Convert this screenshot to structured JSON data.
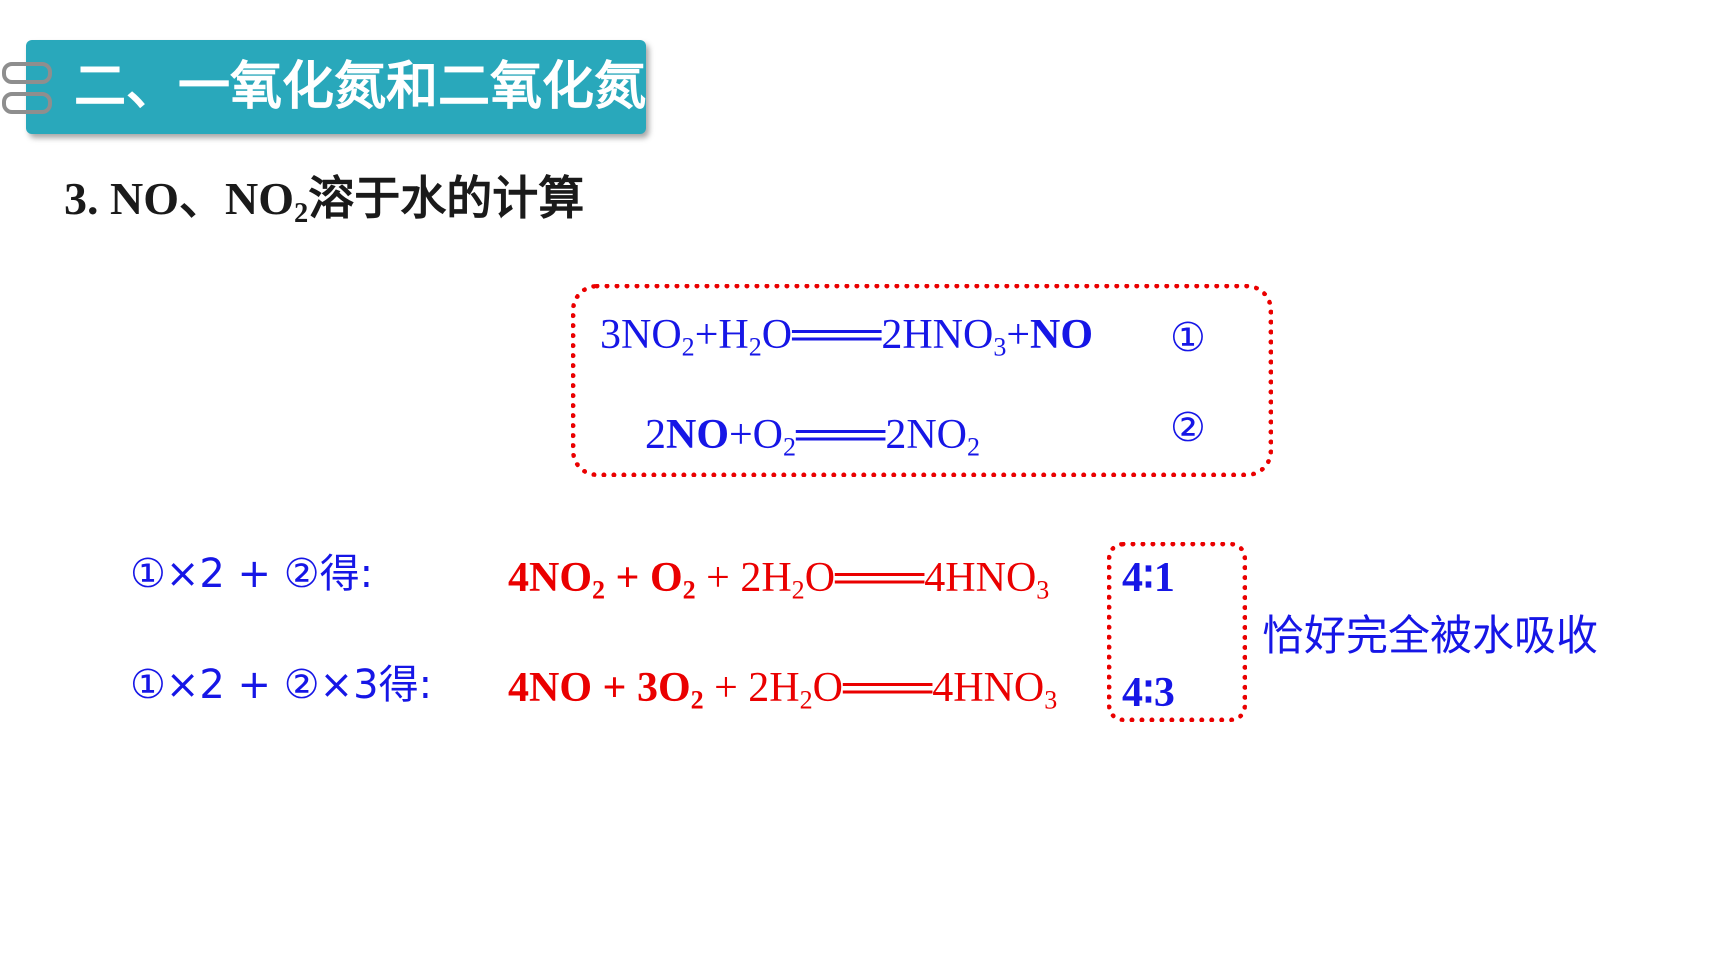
{
  "header": {
    "title": "二、一氧化氮和二氧化氮"
  },
  "subtitle": {
    "prefix": "3. NO、NO",
    "sub": "2",
    "suffix": "溶于水的计算"
  },
  "reactions": [
    {
      "marker": "①",
      "parts": [
        {
          "t": "3NO"
        },
        {
          "t": "2",
          "sub": true
        },
        {
          "t": "+H"
        },
        {
          "t": "2",
          "sub": true
        },
        {
          "t": "O═══2HNO"
        },
        {
          "t": "3",
          "sub": true
        },
        {
          "t": "+"
        },
        {
          "t": "NO",
          "bold": true
        }
      ]
    },
    {
      "marker": "②",
      "parts": [
        {
          "t": "2"
        },
        {
          "t": "NO",
          "bold": true
        },
        {
          "t": "+O"
        },
        {
          "t": "2",
          "sub": true
        },
        {
          "t": "═══2NO"
        },
        {
          "t": "2",
          "sub": true
        }
      ]
    }
  ],
  "combinations": [
    {
      "label": "①×2 + ②得:",
      "parts": [
        {
          "t": "4NO",
          "bold": true
        },
        {
          "t": "2",
          "sub": true,
          "bold": true
        },
        {
          "t": " + ",
          "bold": true
        },
        {
          "t": "O",
          "bold": true
        },
        {
          "t": "2",
          "sub": true,
          "bold": true
        },
        {
          "t": " + 2H"
        },
        {
          "t": "2",
          "sub": true
        },
        {
          "t": "O═══4HNO"
        },
        {
          "t": "3",
          "sub": true
        }
      ],
      "ratio": "4∶1"
    },
    {
      "label": "①×2 + ②×3得:",
      "parts": [
        {
          "t": "4NO",
          "bold": true
        },
        {
          "t": " + ",
          "bold": true
        },
        {
          "t": "3O",
          "bold": true
        },
        {
          "t": "2",
          "sub": true,
          "bold": true
        },
        {
          "t": " + 2H"
        },
        {
          "t": "2",
          "sub": true
        },
        {
          "t": "O═══4HNO"
        },
        {
          "t": "3",
          "sub": true
        }
      ],
      "ratio": "4∶3"
    }
  ],
  "conclusion": "恰好完全被水吸收",
  "colors": {
    "banner": "#29a8bb",
    "equation_text": "#1616e6",
    "highlight": "#ea0000",
    "dotted_border": "#ea0000"
  }
}
